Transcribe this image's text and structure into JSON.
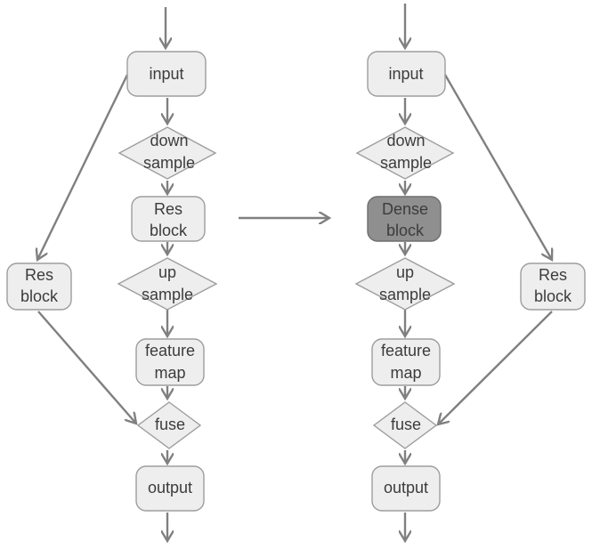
{
  "colors": {
    "node_fill": "#eeeeee",
    "node_border": "#9d9d9d",
    "highlight_fill": "#8f8f8f",
    "arrow": "#808080",
    "text": "#3c3c3c"
  },
  "left_flow": {
    "input": "input",
    "down_sample": [
      "down",
      "sample"
    ],
    "res_block": [
      "Res",
      "block"
    ],
    "up_sample": [
      "up",
      "sample"
    ],
    "feature_map": [
      "feature",
      "map"
    ],
    "fuse": "fuse",
    "output": "output",
    "skip_res_block": [
      "Res",
      "block"
    ]
  },
  "right_flow": {
    "input": "input",
    "down_sample": [
      "down",
      "sample"
    ],
    "dense_block": [
      "Dense",
      "block"
    ],
    "up_sample": [
      "up",
      "sample"
    ],
    "feature_map": [
      "feature",
      "map"
    ],
    "fuse": "fuse",
    "output": "output",
    "skip_res_block": [
      "Res",
      "block"
    ]
  }
}
